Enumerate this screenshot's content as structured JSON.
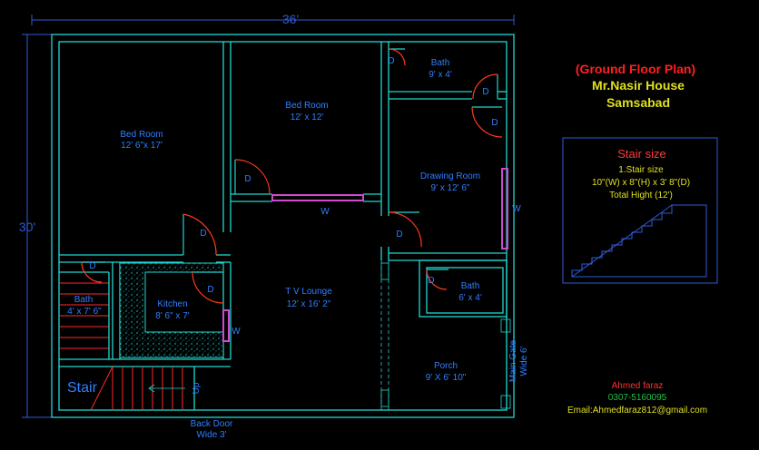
{
  "dimensions": {
    "width": "36'",
    "depth": "30'"
  },
  "rooms": {
    "bed_room_1": {
      "name": "Bed Room",
      "size": "12' 6\"x 17'"
    },
    "bed_room_2": {
      "name": "Bed Room",
      "size": "12' x 12'"
    },
    "bath_top": {
      "name": "Bath",
      "size": "9' x 4'"
    },
    "drawing_room": {
      "name": "Drawing Room",
      "size": "9' x 12' 6\""
    },
    "tv_lounge": {
      "name": "T V  Lounge",
      "size": "12' x 16' 2\""
    },
    "kitchen": {
      "name": "Kitchen",
      "size": "8' 6\" x 7'"
    },
    "bath_left": {
      "name": "Bath",
      "size": "4' x 7' 6\""
    },
    "bath_right": {
      "name": "Bath",
      "size": "6' x 4'"
    },
    "porch": {
      "name": "Porch",
      "size": "9' X 6' 10\""
    }
  },
  "labels": {
    "door": "D",
    "window": "W",
    "stair": "Stair",
    "up": "Up",
    "back_door": "Back Door",
    "back_door_width": "Wide 3'",
    "main_gate": "Main Gate",
    "main_gate_width": "Wide 6'"
  },
  "title": {
    "line1": "(Ground Floor Plan)",
    "line2": "Mr.Nasir House",
    "line3": "Samsabad"
  },
  "stair_size": {
    "heading": "Stair size",
    "line1": "1.Stair size",
    "line2": "10\"(W) x 8\"(H) x 3' 8\"(D)",
    "line3": "Total Hight (12')"
  },
  "credits": {
    "name": "Ahmed faraz",
    "phone": "0307-5160095",
    "email": "Email:Ahmedfaraz812@gmail.com"
  },
  "colors": {
    "walls": "#1fd7d0",
    "text": "#2f7fff",
    "door_arc": "#ff3a1a",
    "window": "#d04ad0",
    "title_red": "#ff2020",
    "title_yellow": "#e0e020"
  }
}
